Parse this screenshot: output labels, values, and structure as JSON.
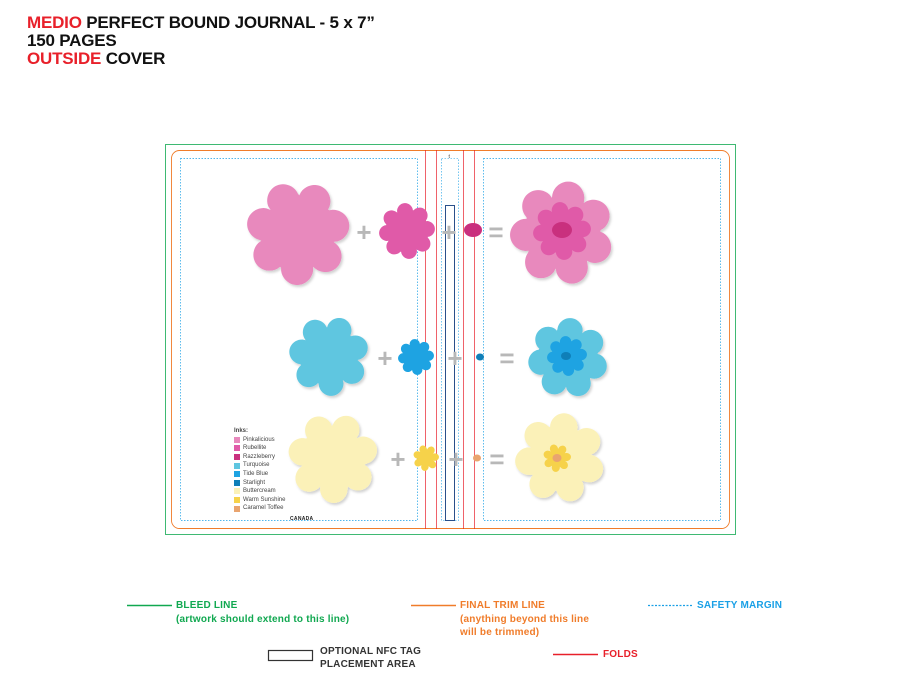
{
  "title": {
    "line1_red": "MEDIO",
    "line1_rest": " PERFECT BOUND JOURNAL - 5 x 7”",
    "line2": "150 PAGES",
    "line3_red": "OUTSIDE",
    "line3_rest": " COVER"
  },
  "cover": {
    "spine_mark": "t",
    "canada_label": "CANADA",
    "inks_heading": "Inks:",
    "inks": [
      {
        "name": "Pinkalicious",
        "color": "#e889bd"
      },
      {
        "name": "Rubellite",
        "color": "#e05aa8"
      },
      {
        "name": "Razzleberry",
        "color": "#c9307e"
      },
      {
        "name": "Turquoise",
        "color": "#5fc6e0"
      },
      {
        "name": "Tide Blue",
        "color": "#1ea3e2"
      },
      {
        "name": "Starlight",
        "color": "#0f7fb8"
      },
      {
        "name": "Buttercream",
        "color": "#fbf1b8"
      },
      {
        "name": "Warm Sunshine",
        "color": "#f6d24a"
      },
      {
        "name": "Caramel Toffee",
        "color": "#e9a46f"
      }
    ],
    "operators": {
      "plus": "+",
      "equals": "="
    }
  },
  "legend": {
    "bleed_label": "BLEED LINE",
    "bleed_note": "(artwork should extend to this line)",
    "trim_label": "FINAL TRIM LINE",
    "trim_note_1": "(anything beyond this line",
    "trim_note_2": "will be trimmed)",
    "safety_label": "SAFETY MARGIN",
    "nfc_label_1": "OPTIONAL NFC TAG",
    "nfc_label_2": "PLACEMENT AREA",
    "folds_label": "FOLDS"
  },
  "colors": {
    "bleed": "#10a850",
    "trim": "#f07c2a",
    "safety": "#1aa0e6",
    "folds": "#e8202a",
    "pink_large": "#e889bd",
    "pink_mid": "#e05aa8",
    "pink_center": "#c9307e",
    "blue_large": "#5fc6e0",
    "blue_mid": "#1ea3e2",
    "blue_center": "#0f7fb8",
    "yellow_large": "#fbf1b8",
    "yellow_mid": "#f6d24a",
    "yellow_center": "#e9a46f",
    "operator_gray": "#b8b8b8"
  }
}
